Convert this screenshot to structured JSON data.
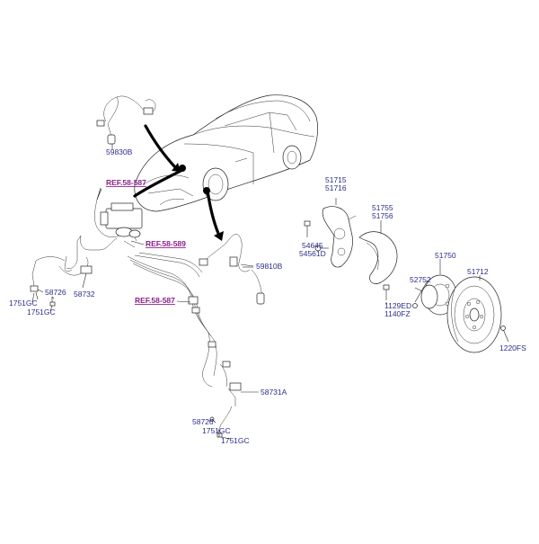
{
  "diagram": {
    "labels": {
      "p59830B": "59830B",
      "ref_upper": "REF.58-587",
      "ref_middle": "REF.58-589",
      "ref_lower": "REF.58-587",
      "p59810B": "59810B",
      "p51715": "51715",
      "p51716": "51716",
      "p51755": "51755",
      "p51756": "51756",
      "p54645": "54645",
      "p54561D": "54561D",
      "p51750": "51750",
      "p51712": "51712",
      "p52752": "52752",
      "p1129ED": "1129ED",
      "p1140FZ": "1140FZ",
      "p1220FS": "1220FS",
      "p58726_left": "58726",
      "p58732": "58732",
      "p1751GC_left_a": "1751GC",
      "p1751GC_left_b": "1751GC",
      "p58731A": "58731A",
      "p58726_bottom": "58726",
      "p1751GC_bottom_a": "1751GC",
      "p1751GC_bottom_b": "1751GC"
    },
    "colors": {
      "part_number": "#2a2e8c",
      "reference": "#8b1f8b"
    }
  }
}
